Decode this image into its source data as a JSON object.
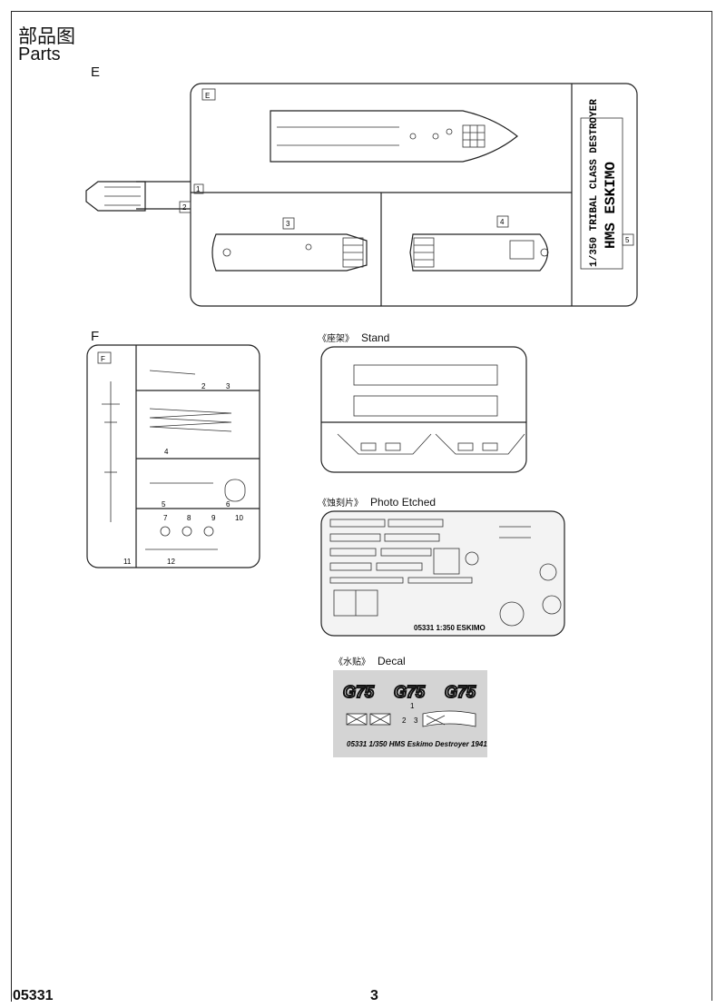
{
  "header": {
    "title_cn": "部品图",
    "title_en": "Parts"
  },
  "sprue_e": {
    "label": "E",
    "sprue_letter": "E",
    "part_numbers": [
      "1",
      "2",
      "3",
      "4",
      "5"
    ],
    "text_line1": "1/350 TRIBAL CLASS DESTROYER",
    "text_line2": "HMS ESKIMO"
  },
  "sprue_f": {
    "label": "F",
    "sprue_letter": "F",
    "part_numbers": [
      "2",
      "3",
      "4",
      "5",
      "6",
      "7",
      "8",
      "9",
      "10",
      "11",
      "12"
    ]
  },
  "stand": {
    "title_cn": "《座架》",
    "title_en": "Stand"
  },
  "photo_etched": {
    "title_cn": "《蚀刻片》",
    "title_en": "Photo Etched",
    "plate_text": "05331  1:350  ESKIMO"
  },
  "decal": {
    "title_cn": "《水贴》",
    "title_en": "Decal",
    "pennant": "G75",
    "numbers": [
      "1",
      "2",
      "3"
    ],
    "caption": "05331 1/350   HMS Eskimo Destroyer 1941"
  },
  "footer": {
    "code": "05331",
    "page": "3"
  }
}
